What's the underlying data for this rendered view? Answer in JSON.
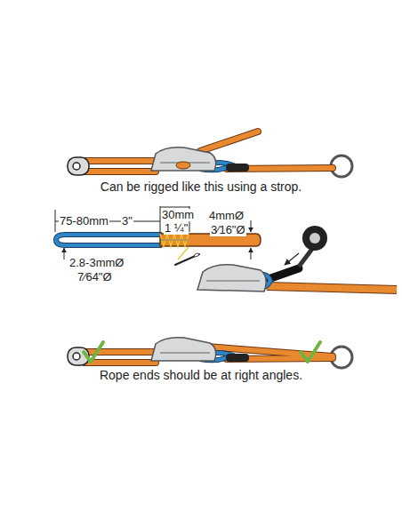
{
  "diagram": {
    "labels": [
      "Can be rigged like this using a strop.",
      "75-80mm",
      "3\"",
      "30mm",
      "1 ¼\"",
      "4mmØ",
      "3⁄16\"Ø",
      "2.8-3mmØ",
      "7⁄64\"Ø",
      "Rope ends should be at right angles."
    ]
  }
}
